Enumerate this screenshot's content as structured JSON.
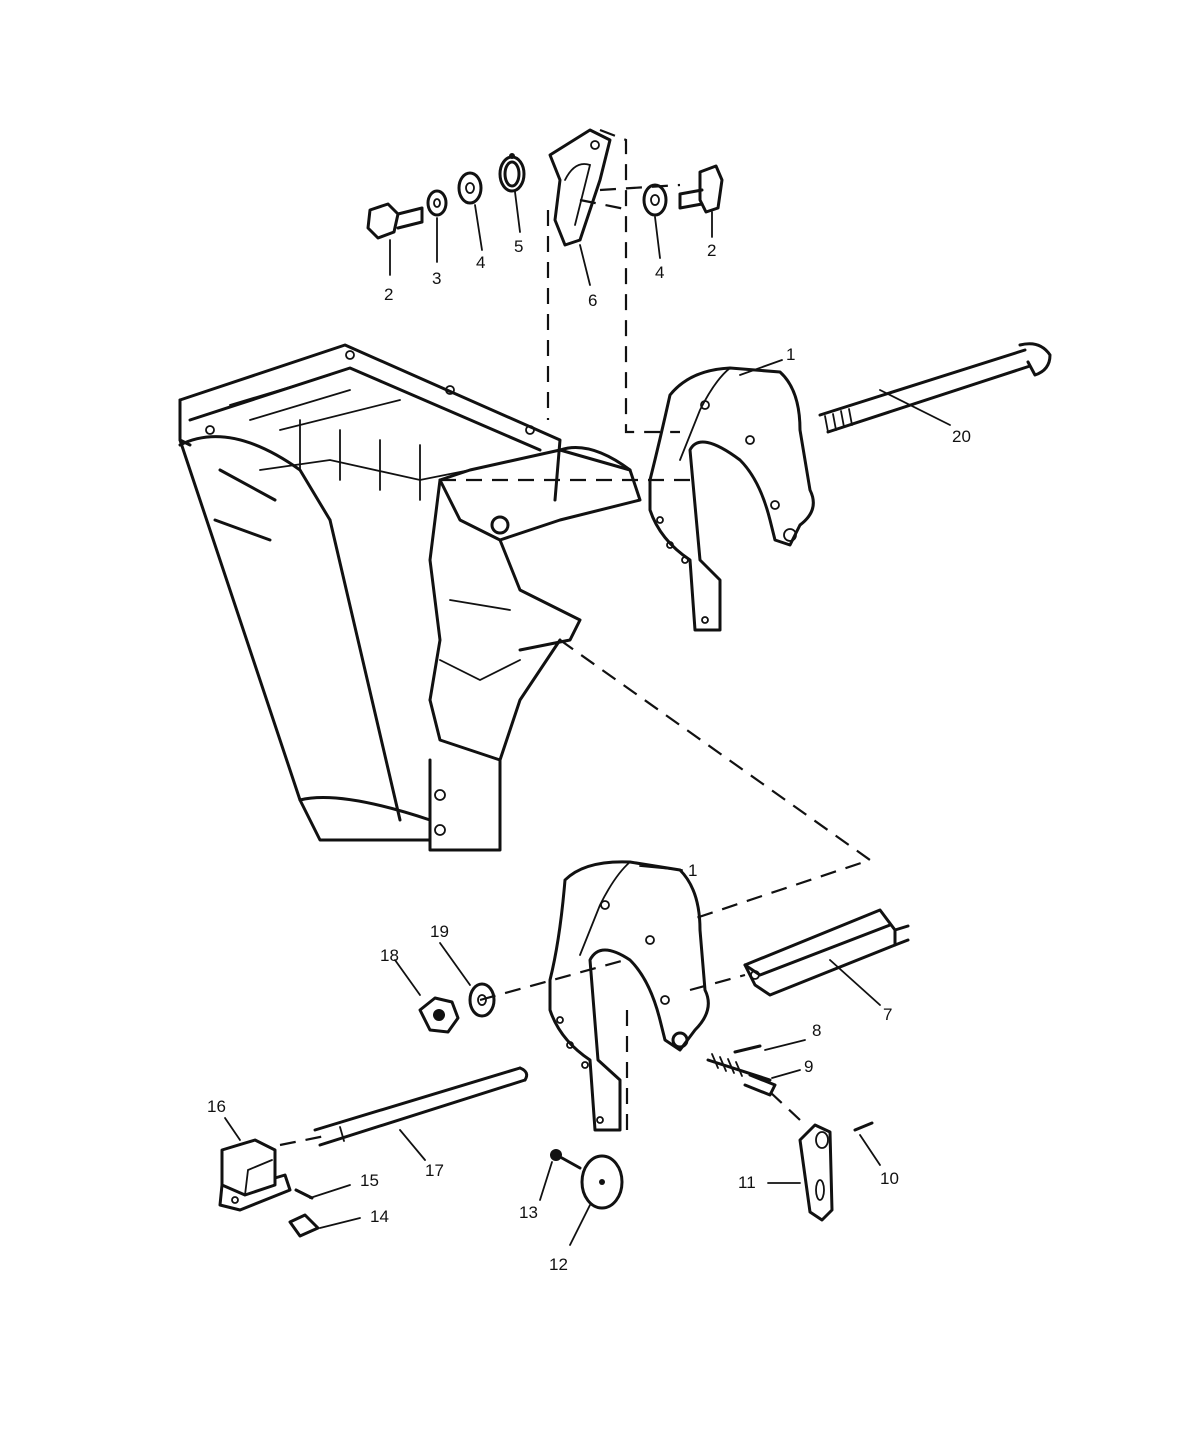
{
  "callouts": [
    {
      "id": "c2a",
      "text": "2"
    },
    {
      "id": "c3",
      "text": "3"
    },
    {
      "id": "c4a",
      "text": "4"
    },
    {
      "id": "c5",
      "text": "5"
    },
    {
      "id": "c6",
      "text": "6"
    },
    {
      "id": "c4b",
      "text": "4"
    },
    {
      "id": "c2b",
      "text": "2"
    },
    {
      "id": "c1a",
      "text": "1"
    },
    {
      "id": "c20",
      "text": "20"
    },
    {
      "id": "c1b",
      "text": "1"
    },
    {
      "id": "c19",
      "text": "19"
    },
    {
      "id": "c18",
      "text": "18"
    },
    {
      "id": "c7",
      "text": "7"
    },
    {
      "id": "c8",
      "text": "8"
    },
    {
      "id": "c9",
      "text": "9"
    },
    {
      "id": "c16",
      "text": "16"
    },
    {
      "id": "c17",
      "text": "17"
    },
    {
      "id": "c15",
      "text": "15"
    },
    {
      "id": "c14",
      "text": "14"
    },
    {
      "id": "c13",
      "text": "13"
    },
    {
      "id": "c12",
      "text": "12"
    },
    {
      "id": "c11",
      "text": "11"
    },
    {
      "id": "c10",
      "text": "10"
    }
  ]
}
